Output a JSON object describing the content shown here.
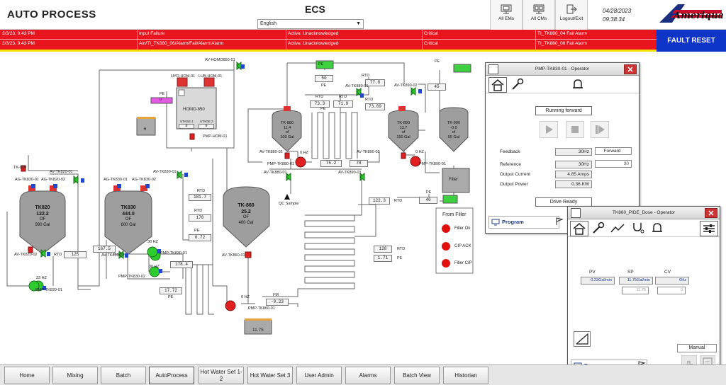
{
  "header": {
    "title": "AUTO PROCESS",
    "system": "ECS",
    "language": "English",
    "buttons": {
      "all_ems": "All EMs",
      "all_cms": "All CMs",
      "logout": "Logout/Exit"
    },
    "date": "04/28/2023",
    "time": "09:38:34",
    "logo_text": "Ameriqual"
  },
  "alarms": [
    {
      "time": "3/3/23, 9:43 PM",
      "text": "Input Failure",
      "state": "Active, Unacknowledged",
      "priority": "Critical",
      "tag": "TI_TK880_04 Fail Alarm"
    },
    {
      "time": "3/3/23, 9:43 PM",
      "text": "Ain/TI_TK880_06/Alarm/Fail/Alarm/Alarm",
      "state": "Active, Unacknowledged",
      "priority": "Critical",
      "tag": "TI_TK880_06 Fail Alarm"
    }
  ],
  "fault_reset": "FAULT RESET",
  "process": {
    "tk820": {
      "name": "TK820",
      "value": "122.2",
      "temp_unit": "OF",
      "level": "990 Gal"
    },
    "tk830": {
      "name": "TK830",
      "value": "444.0",
      "temp_unit": "OF",
      "level": "600 Gal"
    },
    "tk860": {
      "name": "TK-860",
      "value": "25.2",
      "temp_unit": "OF",
      "level": "400 Gal"
    },
    "tk880": {
      "name": "TK-880",
      "value": "11.4",
      "temp_unit": "of",
      "level": "100 Gal"
    },
    "tk890": {
      "name": "TK-890",
      "value": "13.7",
      "temp_unit": "of",
      "level": "150 Gal"
    },
    "tk900": {
      "name": "TK-900",
      "value": "-0.0",
      "temp_unit": "of",
      "level": "55 Gal"
    },
    "homo": {
      "name": "HOMO-850",
      "stage1": "STAGE 1",
      "stage2": "STAGE 2",
      "v1": "0",
      "v2": "0"
    },
    "labels": {
      "av_homo": "AV-HOMO850-01",
      "hyd_hom": "HYD-HOM-01",
      "lub_hom": "LUB-HOM-01",
      "pmp_hom": "PMP-HOM-01",
      "pe": "PE",
      "tk810": "TK-810",
      "ag820_01": "AG-TK820-01",
      "ag820_02": "AG-TK820-02",
      "av820_01": "AV-TK820-01",
      "av820_02": "AV-TK820-02",
      "pmp820": "PMP-TK820-01",
      "ag830_01": "AG-TK830-01",
      "ag830_02": "AG-TK830-02",
      "av830_01": "AV-TK830-01",
      "av830_02": "AV-TK830-02",
      "pmp830_01": "PMP-TK830-01",
      "pmp830_02": "PMP-TK830-02",
      "av860": "AV-TK860-01",
      "pmp860": "PMP-TK860-01",
      "av880_01": "AV-TK880-01",
      "av880_02": "AV-TK880-02",
      "pmp880": "PMP-TK880-01",
      "av890_01": "AV-TK890-01",
      "av890_02": "AV-TK890-02",
      "pmp890": "PMP-TK890-01",
      "rtd": "RTD",
      "fm": "FM",
      "qc": "QC Sample",
      "filler": "Filler",
      "hz_0": "0 HZ",
      "hz_30": "30 HZ",
      "hz_33": "33 HZ"
    },
    "values": {
      "pe_homo": "0",
      "homo_small": "6",
      "rtd820": "125",
      "tk830_rtd": "167.5",
      "tk830_b": "178.4",
      "rtd_a": "181.7",
      "rtd_b": "178",
      "pe_a": "0.72",
      "pe_b": "17.72",
      "pe_880": "50",
      "rtd880_1": "77.8",
      "rtd880_2": "73.69",
      "rtd_mid1": "73.3",
      "rtd_mid2": "71.9",
      "rtd_75": "75.2",
      "rtd_78": "78",
      "rtd_122": "122.3",
      "rtd_128": "128",
      "pe_171": "1.71",
      "fm": "-0.23",
      "tote": "11.75",
      "pe_45": "45",
      "pe_40": "40"
    },
    "from_filler": {
      "title": "From Filler",
      "items": [
        "Filler Ok",
        "CIP ACK",
        "Filler CIP"
      ]
    }
  },
  "pump_popup": {
    "title": "PMP-TK830-01 - Operator",
    "status": "Running forward",
    "feedback_label": "Feedback",
    "feedback_value": "30Hz",
    "direction": "Forward",
    "reference_label": "Reference",
    "reference_value": "30Hz",
    "reference_input": "30",
    "current_label": "Output Current",
    "current_value": "4.85 Amps",
    "power_label": "Output Power",
    "power_value": "0.36 KW",
    "drive": "Drive Ready",
    "program": "Program"
  },
  "pid_popup": {
    "title": "TK860_PIDE_Dose - Operator",
    "pv_label": "PV",
    "pv_value": "-0.23Gal/min",
    "sp_label": "SP",
    "sp_value": "11.75Gal/min",
    "cv_label": "CV",
    "cv_value": "0Hz",
    "sp_input": "11.75",
    "cv_input": "0",
    "mode": "Manual",
    "program": "Program"
  },
  "nav": [
    "Home",
    "Mixing",
    "Batch",
    "AutoProcess",
    "Hot Water Set 1-2",
    "Hot Water Set 3",
    "User Admin",
    "Alarms",
    "Batch View",
    "Historian"
  ],
  "colors": {
    "alarm_red": "#e8141e",
    "fault_blue": "#0e34c8",
    "valve_green": "#2fcc2f",
    "pump_red": "#e02020",
    "banner_yellow": "#f1e200"
  }
}
